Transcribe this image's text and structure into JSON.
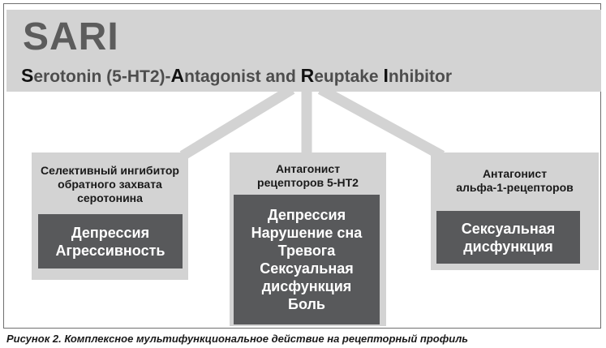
{
  "header": {
    "title": "SARI",
    "expansion": [
      {
        "text": "S",
        "initial": true
      },
      {
        "text": "erotonin (5-HT2)-",
        "initial": false
      },
      {
        "text": "A",
        "initial": true
      },
      {
        "text": "ntagonist and ",
        "initial": false
      },
      {
        "text": "R",
        "initial": true
      },
      {
        "text": "euptake ",
        "initial": false
      },
      {
        "text": "I",
        "initial": true
      },
      {
        "text": "nhibitor",
        "initial": false
      }
    ]
  },
  "boxes": [
    {
      "heading": [
        "Селективный ингибитор",
        "обратного захвата",
        "серотонина"
      ],
      "items": [
        "Депрессия",
        "Агрессивность"
      ]
    },
    {
      "heading": [
        "Антагонист",
        "рецепторов 5-HT2"
      ],
      "items": [
        "Депрессия",
        "Нарушение сна",
        "Тревога",
        "Сексуальная",
        "дисфункция",
        "Боль"
      ]
    },
    {
      "heading": [
        "Антагонист",
        "альфа-1-рецепторов"
      ],
      "items": [
        "Сексуальная",
        "дисфункция"
      ]
    }
  ],
  "caption": "Рисунок 2. Комплексное мультифункциональное действие на рецепторный профиль",
  "colors": {
    "light_gray": "#d3d3d3",
    "dark_gray": "#58595b",
    "title_gray": "#5c5c5c"
  }
}
